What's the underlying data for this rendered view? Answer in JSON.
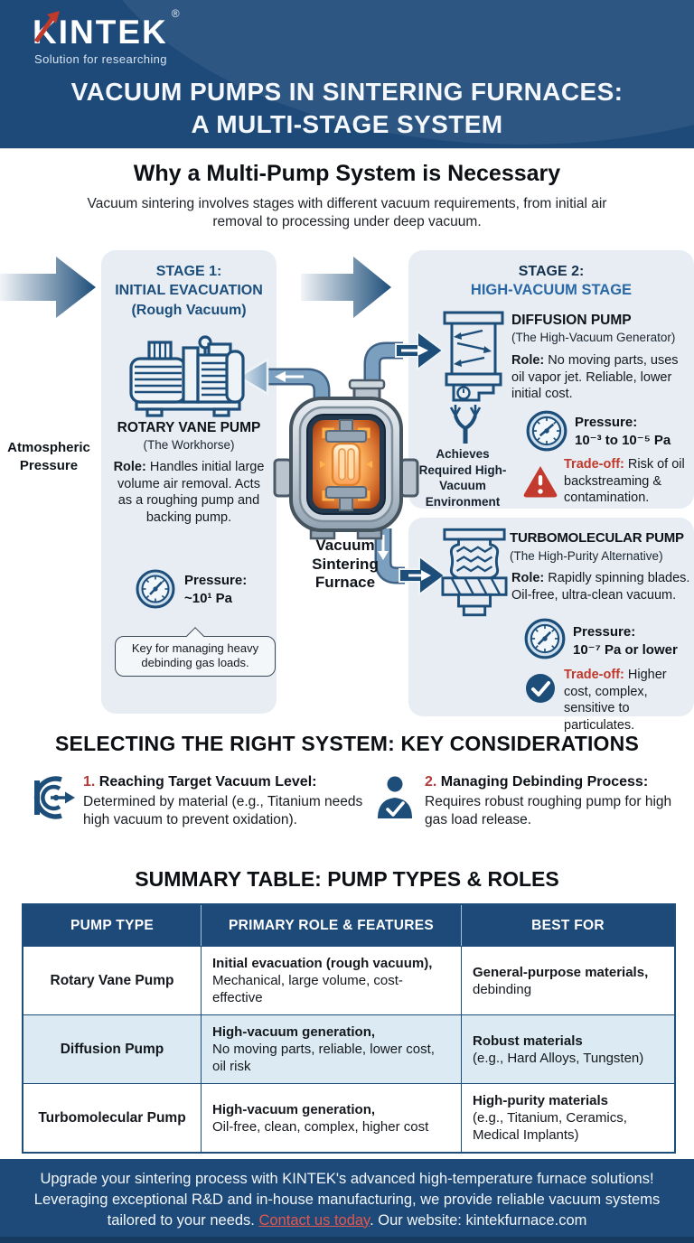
{
  "header": {
    "brand": "KINTEK",
    "registered_mark": "®",
    "tagline": "Solution for researching",
    "title_line1": "VACUUM PUMPS IN SINTERING FURNACES:",
    "title_line2": "A MULTI-STAGE SYSTEM"
  },
  "intro": {
    "heading": "Why a Multi-Pump System is Necessary",
    "subtitle": "Vacuum sintering involves stages with different vacuum requirements, from initial air removal to processing under deep vacuum."
  },
  "diagram": {
    "atmospheric_pressure_label": "Atmospheric Pressure",
    "furnace_label": "Vacuum Sintering Furnace",
    "achieves_label": "Achieves Required High-Vacuum Environment",
    "stage1": {
      "title_line1": "STAGE 1:",
      "title_line2": "INITIAL EVACUATION",
      "title_line3": "(Rough Vacuum)",
      "pump_name": "ROTARY VANE PUMP",
      "pump_alias": "(The Workhorse)",
      "role_label": "Role:",
      "role_text": " Handles initial large volume air removal. Acts as a roughing pump and backing pump.",
      "pressure_label": "Pressure:",
      "pressure_value": "~10¹ Pa",
      "note": "Key for managing heavy debinding gas loads."
    },
    "stage2": {
      "title_line1": "STAGE 2:",
      "title_line2": "HIGH-VACUUM STAGE",
      "diffusion": {
        "name": "DIFFUSION PUMP",
        "alias": "(The High-Vacuum Generator)",
        "role_label": "Role:",
        "role_text": " No moving parts, uses oil vapor jet. Reliable, lower initial cost.",
        "pressure_label": "Pressure:",
        "pressure_value": "10⁻³ to 10⁻⁵ Pa",
        "tradeoff_label": "Trade-off:",
        "tradeoff_text": " Risk of oil backstreaming & contamination."
      },
      "turbo": {
        "name": "TURBOMOLECULAR PUMP",
        "alias": "(The High-Purity Alternative)",
        "role_label": "Role:",
        "role_text": " Rapidly spinning blades. Oil-free, ultra-clean vacuum.",
        "pressure_label": "Pressure:",
        "pressure_value": "10⁻⁷ Pa or lower",
        "tradeoff_label": "Trade-off:",
        "tradeoff_text": " Higher cost, complex, sensitive to particulates."
      }
    }
  },
  "considerations": {
    "heading": "SELECTING THE RIGHT SYSTEM: KEY CONSIDERATIONS",
    "items": [
      {
        "number": "1.",
        "title": "Reaching Target Vacuum Level:",
        "text": "Determined by material (e.g., Titanium needs high vacuum to prevent oxidation)."
      },
      {
        "number": "2.",
        "title": "Managing Debinding Process:",
        "text": "Requires robust roughing pump for high gas load release."
      }
    ]
  },
  "summary_table": {
    "heading": "SUMMARY TABLE: PUMP TYPES & ROLES",
    "columns": [
      "PUMP TYPE",
      "PRIMARY ROLE & FEATURES",
      "BEST FOR"
    ],
    "rows": [
      {
        "pump_type": "Rotary Vane Pump",
        "role_bold": "Initial evacuation (rough vacuum),",
        "role_rest": "Mechanical, large volume, cost-effective",
        "best_bold": "General-purpose materials,",
        "best_rest": "debinding"
      },
      {
        "pump_type": "Diffusion Pump",
        "role_bold": "High-vacuum generation,",
        "role_rest": "No moving parts, reliable, lower cost, oil risk",
        "best_bold": "Robust materials",
        "best_rest": "(e.g., Hard Alloys, Tungsten)"
      },
      {
        "pump_type": "Turbomolecular Pump",
        "role_bold": "High-vacuum generation,",
        "role_rest": "Oil-free, clean, complex, higher cost",
        "best_bold": "High-purity materials",
        "best_rest": "(e.g., Titanium, Ceramics, Medical Implants)"
      }
    ]
  },
  "footer": {
    "line1": "Upgrade your sintering process with KINTEK's advanced high-temperature furnace solutions!",
    "line2": "Leveraging exceptional R&D and in-house manufacturing, we provide reliable vacuum systems",
    "line3_pre": "tailored to your needs. ",
    "link": "Contact us today",
    "line3_post": ". Our website: kintekfurnace.com"
  },
  "colors": {
    "navy": "#1d4e7a",
    "panel_bg": "#e7edf3",
    "accent_red": "#c0392b",
    "table_alt_row": "#dcebf3"
  },
  "icons": [
    "kintek-arrow-icon",
    "flow-arrow-icon",
    "pipe-arrow-icon",
    "rotary-vane-pump-icon",
    "diffusion-pump-icon",
    "turbomolecular-pump-icon",
    "pressure-gauge-icon",
    "warning-icon",
    "check-icon",
    "fork-icon",
    "target-icon",
    "operator-icon",
    "furnace-illustration"
  ]
}
